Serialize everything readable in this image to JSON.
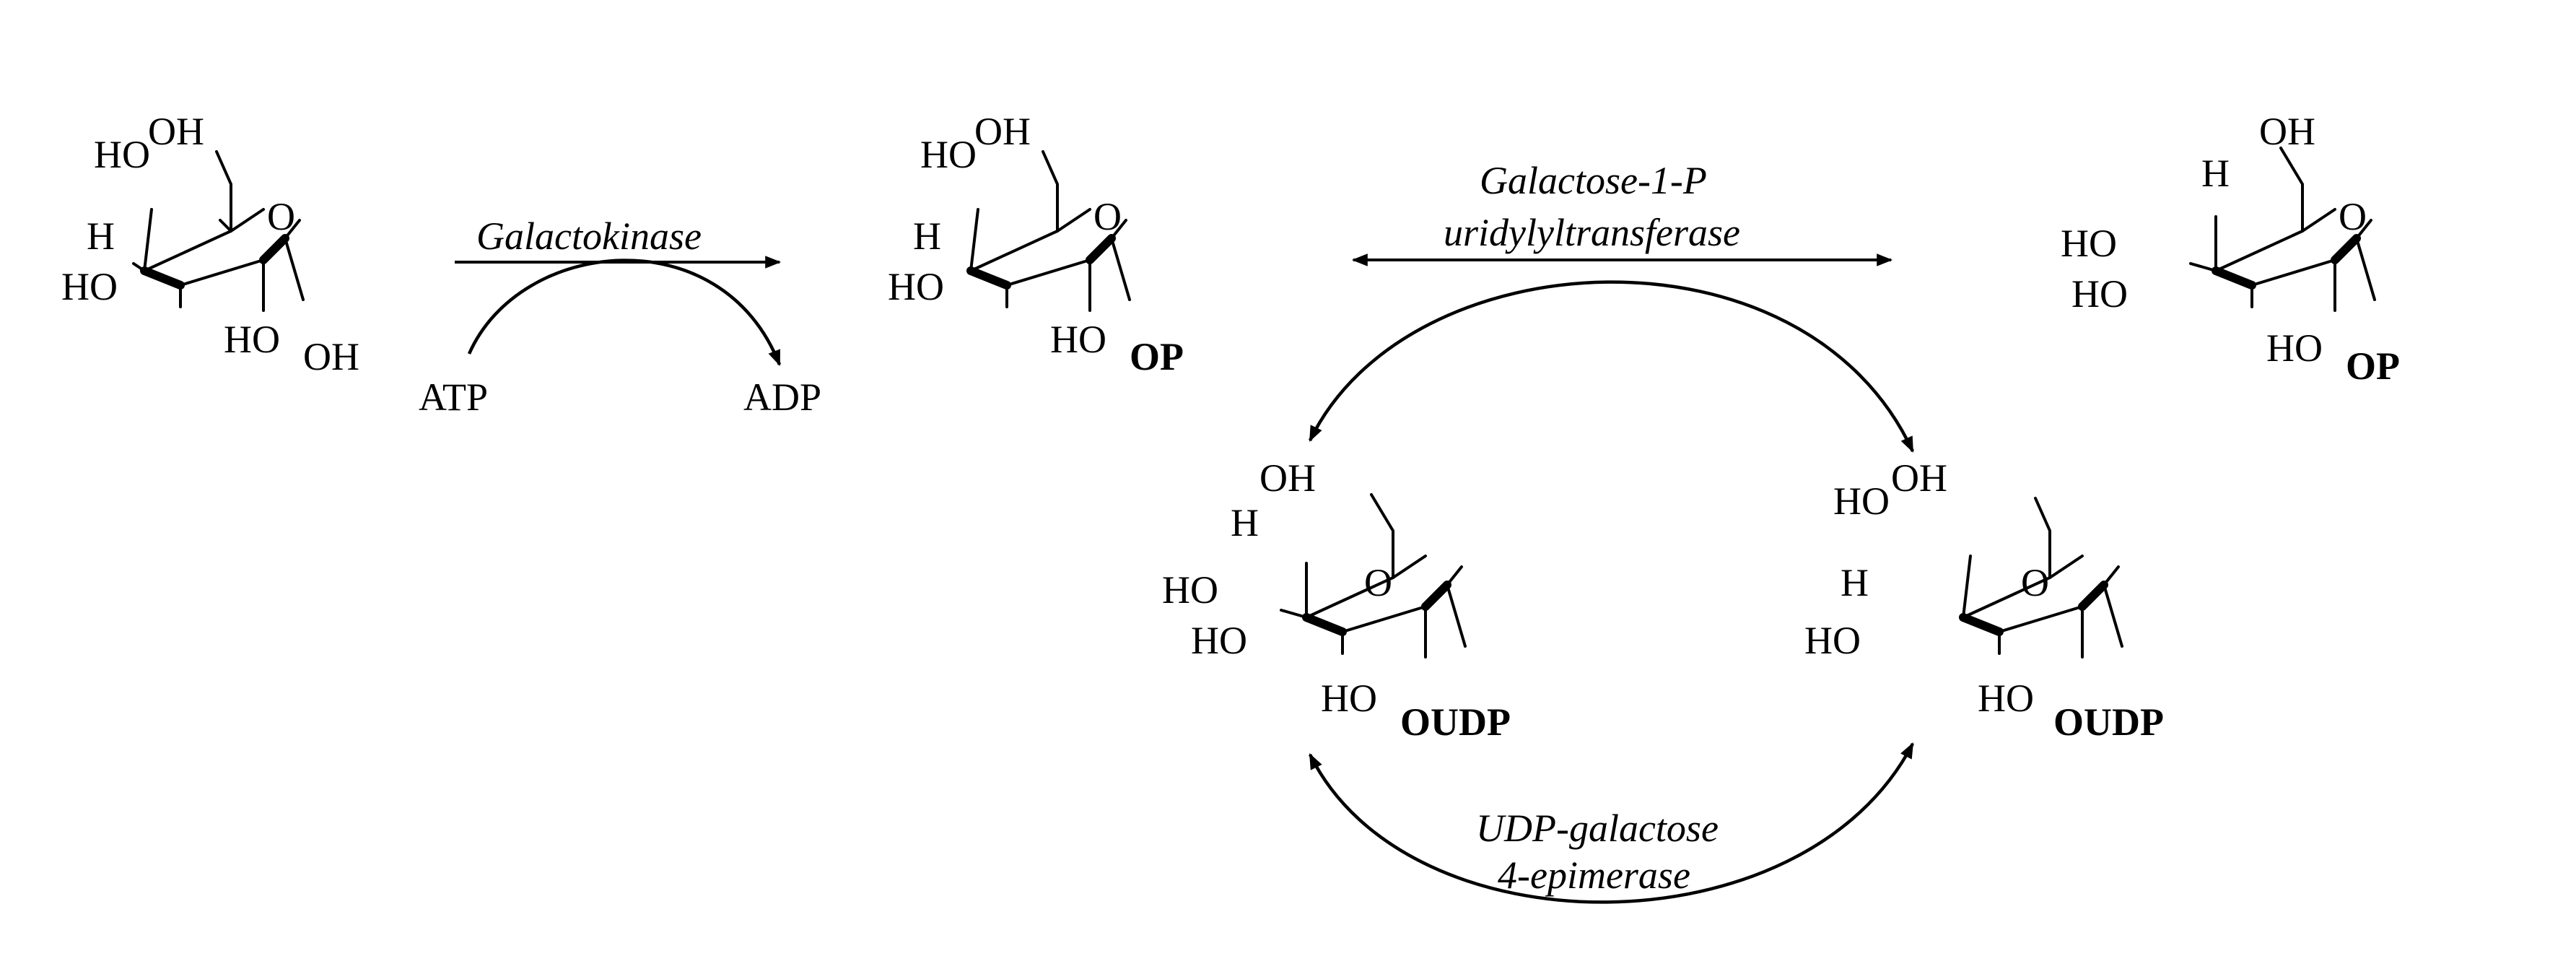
{
  "molecules": [
    {
      "id": "galactose",
      "substituents": {
        "top_oh_left": "HO",
        "top_oh_right": "OH",
        "h": "H",
        "ring_o": "O",
        "c3_oh": "HO",
        "c2_oh": "HO",
        "anomeric": "OH"
      }
    },
    {
      "id": "galactose-1-p",
      "substituents": {
        "top_oh_left": "HO",
        "top_oh_right": "OH",
        "h": "H",
        "ring_o": "O",
        "c3_oh": "HO",
        "c2_oh": "HO",
        "anomeric": "OP"
      }
    },
    {
      "id": "glucose-1-p",
      "substituents": {
        "top_oh_left": "",
        "top_oh_right": "OH",
        "h": "H",
        "ring_o": "O",
        "c4_oh": "HO",
        "c3_oh": "HO",
        "c2_oh": "HO",
        "anomeric": "OP"
      }
    },
    {
      "id": "udp-glucose",
      "substituents": {
        "top_oh_left": "",
        "top_oh_right": "OH",
        "h": "H",
        "ring_o": "O",
        "c4_oh": "HO",
        "c3_oh": "HO",
        "c2_oh": "HO",
        "anomeric": "OUDP"
      }
    },
    {
      "id": "udp-galactose",
      "substituents": {
        "top_oh_left": "HO",
        "top_oh_right": "OH",
        "h": "H",
        "ring_o": "O",
        "c3_oh": "HO",
        "c2_oh": "HO",
        "anomeric": "OUDP"
      }
    }
  ],
  "reactions": {
    "galactokinase": {
      "enzyme": "Galactokinase",
      "cofactor_in": "ATP",
      "cofactor_out": "ADP"
    },
    "transferase": {
      "enzyme_line1": "Galactose-1-P",
      "enzyme_line2": "uridylyltransferase"
    },
    "epimerase": {
      "enzyme_line1": "UDP-galactose",
      "enzyme_line2": "4-epimerase"
    }
  }
}
